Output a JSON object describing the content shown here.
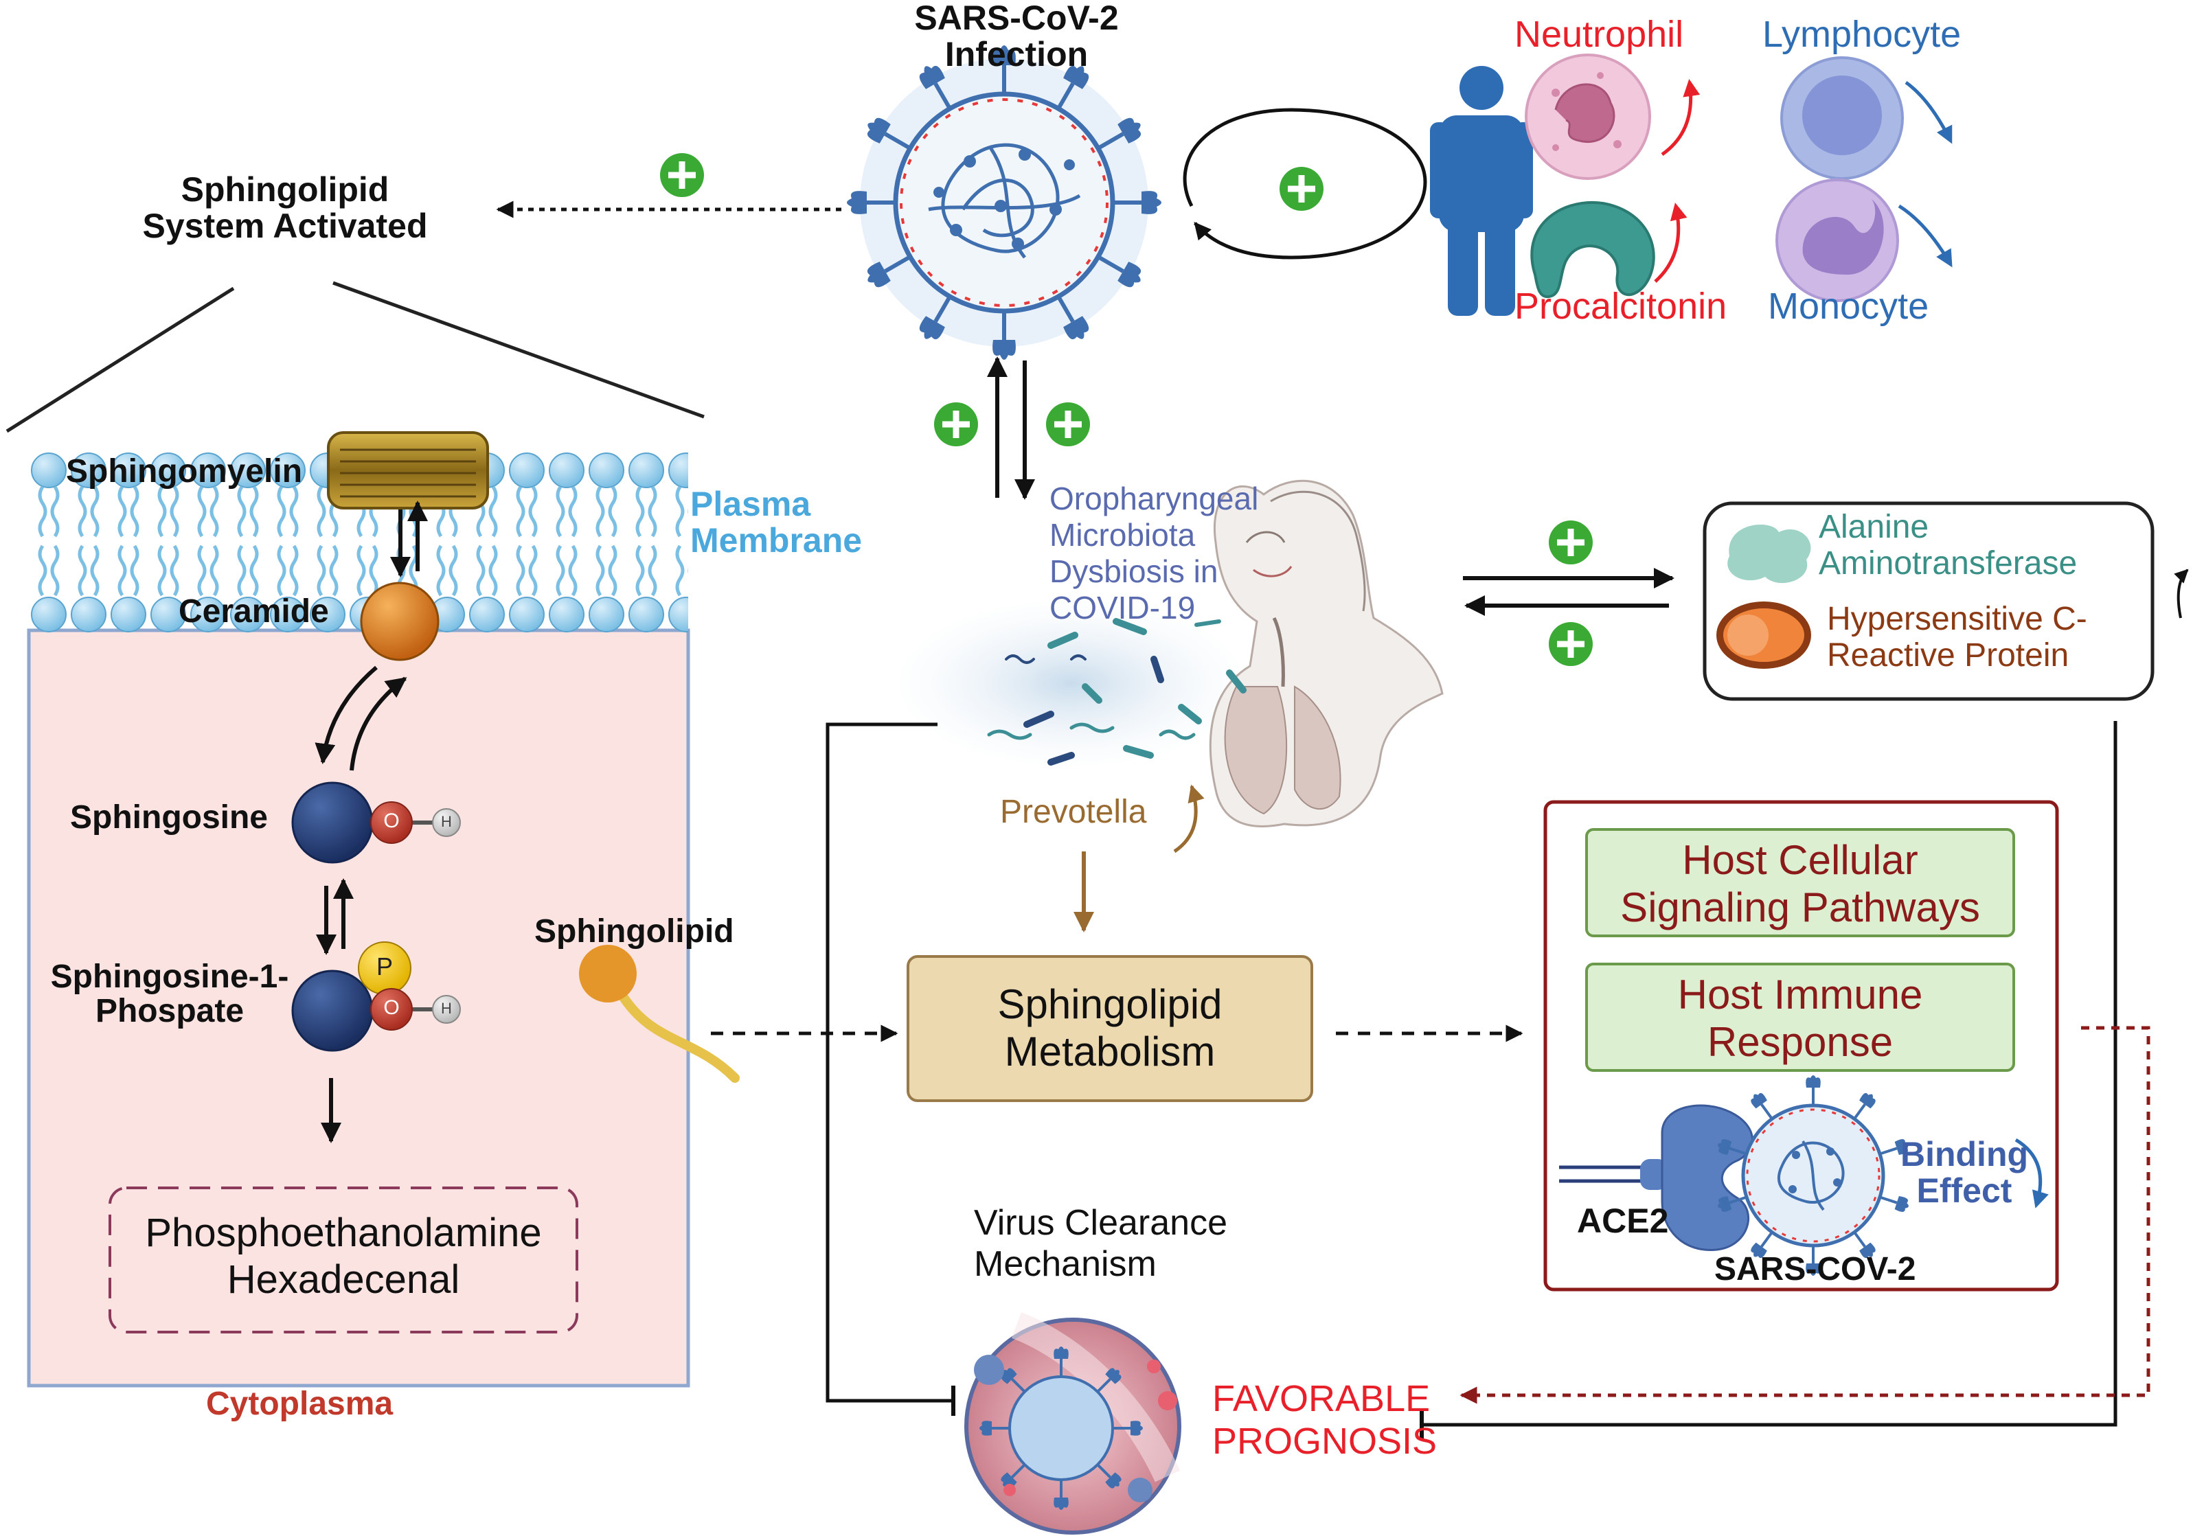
{
  "texts": {
    "sars_title_1": "SARS-CoV-2",
    "sars_title_2": "Infection",
    "neutrophil": "Neutrophil",
    "lymphocyte": "Lymphocyte",
    "procalcitonin": "Procalcitonin",
    "monocyte": "Monocyte",
    "sphingolipid_system_1": "Sphingolipid",
    "sphingolipid_system_2": "System Activated",
    "plasma_membrane_1": "Plasma",
    "plasma_membrane_2": "Membrane",
    "sphingomyelin": "Sphingomyelin",
    "ceramide": "Ceramide",
    "sphingosine": "Sphingosine",
    "s1p_1": "Sphingosine-1-",
    "s1p_2": "Phospate",
    "phosphoethanolamine": "Phosphoethanolamine",
    "hexadecenal": "Hexadecenal",
    "cytoplasma": "Cytoplasma",
    "sphingolipid": "Sphingolipid",
    "oro_1": "Oropharyngeal",
    "oro_2": "Microbiota",
    "oro_3": "Dysbiosis in",
    "oro_4": "COVID-19",
    "prevotella": "Prevotella",
    "alt_1": "Alanine",
    "alt_2": "Aminotransferase",
    "crp_1": "Hypersensitive C-",
    "crp_2": "Reactive Protein",
    "metab_1": "Sphingolipid",
    "metab_2": "Metabolism",
    "host_sig_1": "Host Cellular",
    "host_sig_2": "Signaling Pathways",
    "host_imm_1": "Host Immune",
    "host_imm_2": "Response",
    "ace2": "ACE2",
    "sars_cov2_bottom": "SARS-COV-2",
    "binding_1": "Binding",
    "binding_2": "Effect",
    "virus_clear_1": "Virus Clearance",
    "virus_clear_2": "Mechanism",
    "favorable_1": "FAVORABLE",
    "favorable_2": "PROGNOSIS",
    "atom_o": "O",
    "atom_h": "H",
    "atom_p": "P"
  },
  "colors": {
    "red_label": "#e8202a",
    "blue_label": "#2e6db4",
    "membrane_blue": "#4aa8dc",
    "dark_red": "#8b1a1a",
    "prevotella": "#9a6b30",
    "green_plus": "#3aaa35",
    "cyto_fill": "#fbe3e1",
    "metab_fill": "#ecd9b0",
    "host_fill": "#dcefd0",
    "virus_blue": "#3f6fae"
  },
  "icons": [
    "virus-icon",
    "person-icon",
    "neutrophil-cell-icon",
    "lymphocyte-cell-icon",
    "procalcitonin-icon",
    "monocyte-cell-icon",
    "plus-icon",
    "sphingomyelin-icon",
    "ceramide-molecule-icon",
    "sphingosine-molecule-icon",
    "s1p-molecule-icon",
    "sphingolipid-molecule-icon",
    "patient-lungs-icon",
    "bacteria-icon",
    "ace2-receptor-icon",
    "virus-clearance-icon"
  ]
}
